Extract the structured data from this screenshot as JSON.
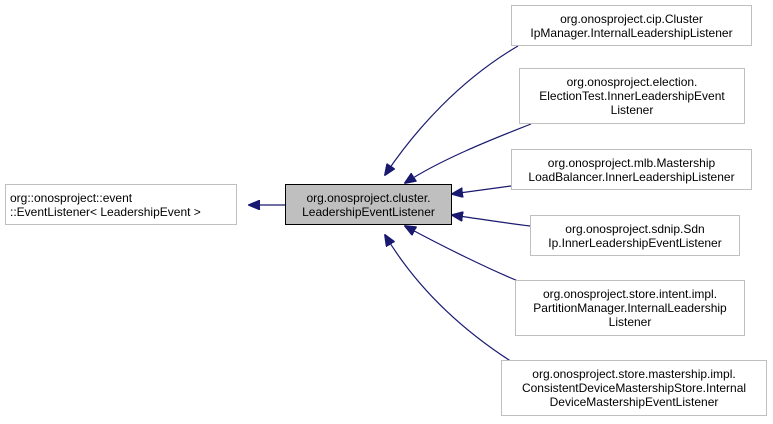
{
  "colors": {
    "edge": "#191970",
    "current_fill": "#bfbfbf",
    "box_border": "#bfbfbf"
  },
  "diagram": {
    "base_class": {
      "lines": [
        "org::onosproject::event",
        "::EventListener< LeadershipEvent >"
      ]
    },
    "current_class": {
      "lines": [
        "org.onosproject.cluster.",
        "LeadershipEventListener"
      ]
    },
    "subclasses": [
      {
        "lines": [
          "org.onosproject.cip.Cluster",
          "IpManager.InternalLeadershipListener"
        ]
      },
      {
        "lines": [
          "org.onosproject.election.",
          "ElectionTest.InnerLeadershipEvent",
          "Listener"
        ]
      },
      {
        "lines": [
          "org.onosproject.mlb.Mastership",
          "LoadBalancer.InnerLeadershipListener"
        ]
      },
      {
        "lines": [
          "org.onosproject.sdnip.Sdn",
          "Ip.InnerLeadershipEventListener"
        ]
      },
      {
        "lines": [
          "org.onosproject.store.intent.impl.",
          "PartitionManager.InternalLeadership",
          "Listener"
        ]
      },
      {
        "lines": [
          "org.onosproject.store.mastership.impl.",
          "ConsistentDeviceMastershipStore.Internal",
          "DeviceMastershipEventListener"
        ]
      }
    ]
  }
}
